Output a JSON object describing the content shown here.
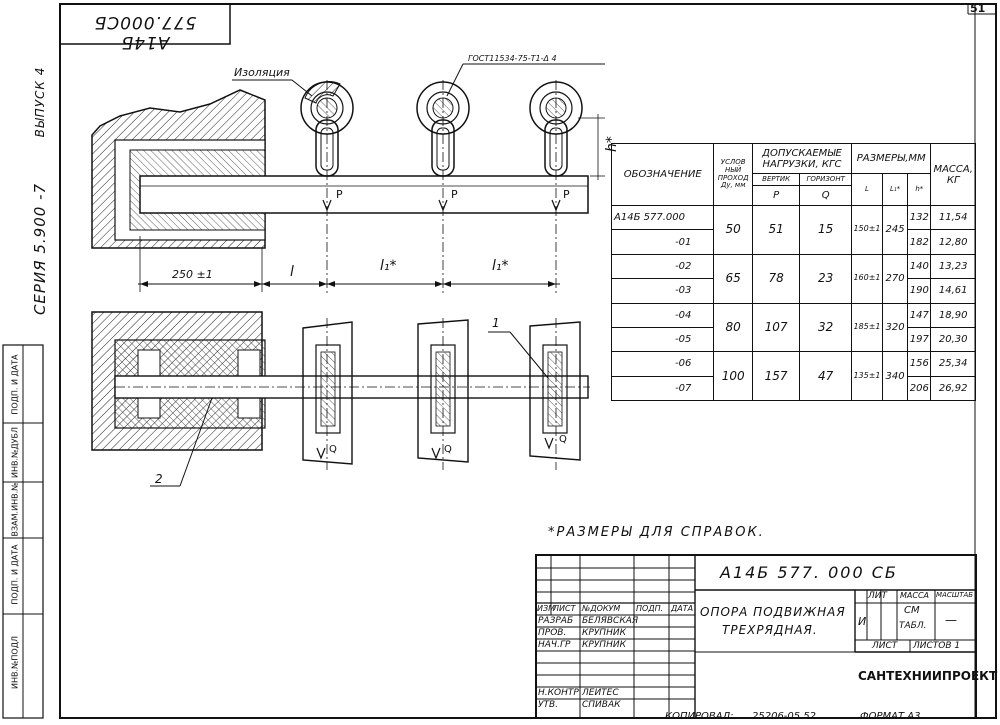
{
  "sheet_number": "51",
  "top_stamp": "А14Б 577.000СБ",
  "left_margin": {
    "vypusk": "ВЫПУСК 4",
    "seriya": "СЕРИЯ 5.900 -7"
  },
  "margin_columns": [
    "ИНВ.№ПОДЛ",
    "ПОДП. И ДАТА",
    "ВЗАМ.ИНВ.№",
    "ИНВ.№ДУБЛ",
    "ПОДП. И ДАТА"
  ],
  "callouts": {
    "izolyaciya": "Изоляция",
    "gost": "ГОСТ11534-75-Т1-Δ 4",
    "h_star": "h*",
    "p": "P",
    "q": "Q",
    "pos1": "1",
    "pos2": "2",
    "dim_250": "250 ±1",
    "dim_l": "l",
    "dim_l1": "l₁*"
  },
  "note": "*РАЗМЕРЫ ДЛЯ СПРАВОК.",
  "spec_table": {
    "h_designation": "ОБОЗНАЧЕНИЕ",
    "h_uslov": "УСЛОВ НЫЙ ПРОХОД Ду, мм",
    "h_dopusk": "ДОПУСКАЕМЫЕ НАГРУЗКИ, КГС",
    "h_vert": "ВЕРТИК",
    "h_gor": "ГОРИЗОНТ",
    "h_p": "P",
    "h_q": "Q",
    "h_razmery": "РАЗМЕРЫ,ММ",
    "h_l": "L",
    "h_l1": "L₁*",
    "h_h": "h*",
    "h_massa": "МАССА, КГ",
    "rows": [
      {
        "designation": "А14Б 577.000",
        "du": "50",
        "p": "51",
        "q": "15",
        "l": "150±1",
        "l1": "245",
        "h": "132",
        "mass": "11,54"
      },
      {
        "designation": "-01",
        "h": "182",
        "mass": "12,80"
      },
      {
        "designation": "-02",
        "du": "65",
        "p": "78",
        "q": "23",
        "l": "160±1",
        "l1": "270",
        "h": "140",
        "mass": "13,23"
      },
      {
        "designation": "-03",
        "h": "190",
        "mass": "14,61"
      },
      {
        "designation": "-04",
        "du": "80",
        "p": "107",
        "q": "32",
        "l": "185±1",
        "l1": "320",
        "h": "147",
        "mass": "18,90"
      },
      {
        "designation": "-05",
        "h": "197",
        "mass": "20,30"
      },
      {
        "designation": "-06",
        "du": "100",
        "p": "157",
        "q": "47",
        "l": "135±1",
        "l1": "340",
        "h": "156",
        "mass": "25,34"
      },
      {
        "designation": "-07",
        "h": "206",
        "mass": "26,92"
      }
    ]
  },
  "title_block": {
    "doc_number": "А14Б 577. 000 СБ",
    "title_line1": "ОПОРА ПОДВИЖНАЯ",
    "title_line2": "ТРЕХРЯДНАЯ.",
    "h_izm": "ИЗМ",
    "h_list": "ЛИСТ",
    "h_ndokum": "№ДОКУМ",
    "h_podp": "ПОДП.",
    "h_data": "ДАТА",
    "razrab_role": "РАЗРАБ",
    "razrab_name": "БЕЛЯВСКАЯ",
    "prov_role": "ПРОВ.",
    "prov_name": "КРУПНИК",
    "nachgr_role": "НАЧ.ГР",
    "nachgr_name": "КРУПНИК",
    "nkontr_role": "Н.КОНТР",
    "nkontr_name": "ЛЕЙТЕС",
    "utv_role": "УТВ.",
    "utv_name": "СПИВАК",
    "h_lit": "ЛИТ",
    "h_massa": "МАССА",
    "h_masshtab": "МАСШТАБ",
    "lit_value": "И",
    "massa_value1": "СМ",
    "massa_value2": "ТАБЛ.",
    "masshtab_value": "—",
    "list_label": "ЛИСТ",
    "listov_label": "ЛИСТОВ 1",
    "organization": "САНТЕХНИИПРОЕКТ"
  },
  "footer": {
    "kopiroval": "КОПИРОВАЛ:",
    "copy_number": "25206-05  52",
    "format": "ФОРМАТ А3"
  }
}
